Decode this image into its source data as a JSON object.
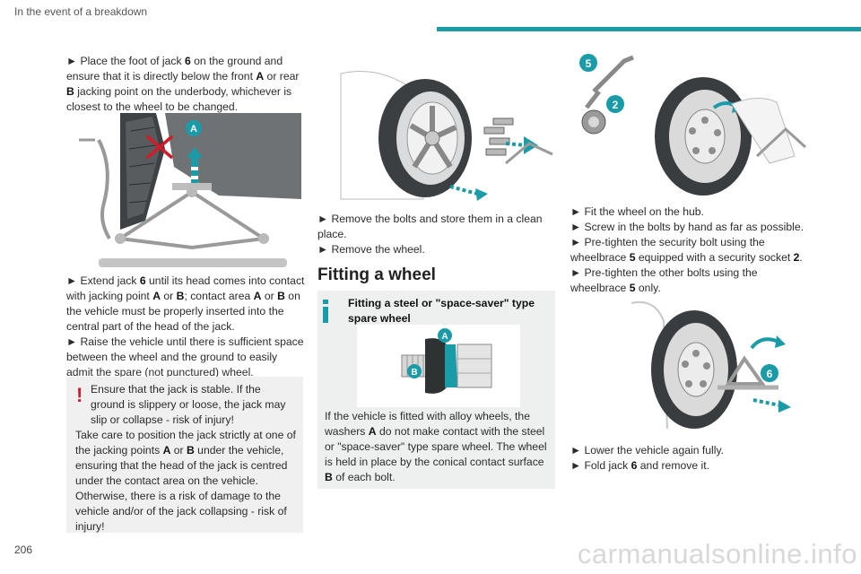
{
  "header": {
    "title": "In the event of a breakdown",
    "accent": "#1a9ba8"
  },
  "left": {
    "p1": [
      "► ",
      "Place the foot of jack ",
      "6",
      " on the ground and ensure that it is directly below the front ",
      "A",
      " or rear ",
      "B",
      " jacking point on the underbody, whichever is closest to the wheel to be changed."
    ],
    "p2": [
      "► ",
      "Extend jack ",
      "6",
      " until its head comes into contact with jacking point ",
      "A",
      " or ",
      "B",
      "; contact area ",
      "A",
      " or ",
      "B",
      " on the vehicle must be properly inserted into the central part of the head of the jack."
    ],
    "p3": "► Raise the vehicle until there is sufficient space between the wheel and the ground to easily admit the spare (not punctured) wheel.",
    "warning": {
      "line1": "Ensure that the jack is stable. If the ground is slippery or loose, the jack may slip or collapse - risk of injury!",
      "line2a": "Take care to position the jack strictly at one of the jacking points ",
      "A": "A",
      "or": " or ",
      "B": "B",
      "line2b": " under the vehicle, ensuring that the head of the jack is centred under the contact area on the vehicle. Otherwise, there is a risk of damage to the vehicle and/or of the jack collapsing - risk of injury!",
      "mark": "!"
    },
    "fig_labels": {
      "a": "A"
    }
  },
  "middle": {
    "p1": "► Remove the bolts and store them in a clean place.",
    "p2": "► Remove the wheel.",
    "section_title": "Fitting a wheel",
    "info": {
      "title": "Fitting a steel or \"space-saver\" type spare wheel",
      "body_a": "If the vehicle is fitted with alloy wheels, the washers ",
      "A": "A",
      "body_b": " do not make contact with the steel or \"space-saver\" type spare wheel. The wheel is held in place by the conical contact surface ",
      "B": "B",
      "body_c": " of each bolt.",
      "fig_a": "A",
      "fig_b": "B"
    }
  },
  "right": {
    "fig_labels": {
      "five": "5",
      "two": "2",
      "six": "6"
    },
    "lines": [
      "► Fit the wheel on the hub.",
      "► Screw in the bolts by hand as far as possible."
    ],
    "l3a": "► Pre-tighten the security bolt using the wheelbrace ",
    "l3_5": "5",
    "l3b": " equipped with a security socket ",
    "l3_2": "2",
    "l3c": ".",
    "l4a": "► Pre-tighten the other bolts using the wheelbrace ",
    "l4_5": "5",
    "l4b": " only.",
    "l5": "► Lower the vehicle again fully.",
    "l6a": "► Fold jack ",
    "l6_6": "6",
    "l6b": " and remove it."
  },
  "footer": {
    "page_number": "206",
    "watermark": "carmanualsonline.info"
  }
}
